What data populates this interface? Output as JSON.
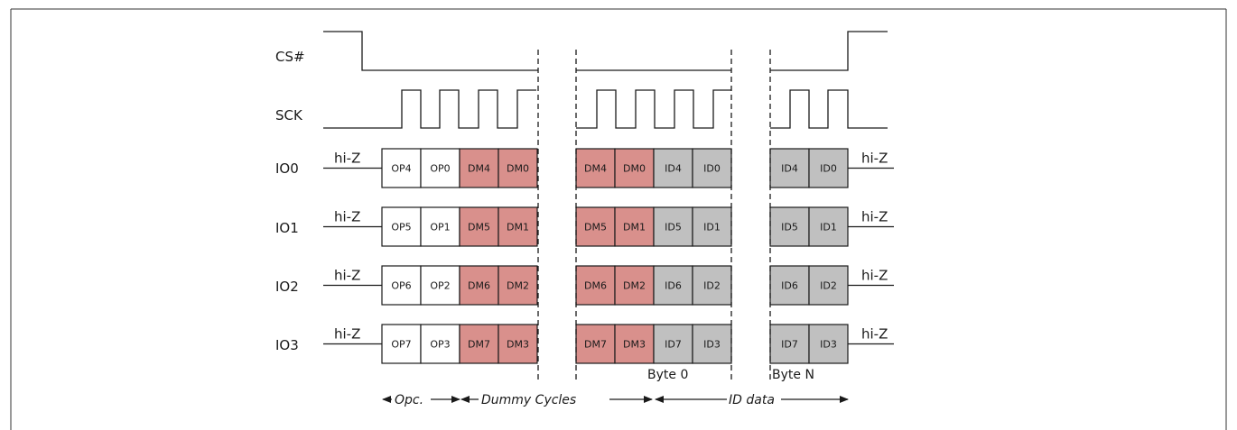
{
  "signals": {
    "cs": "CS#",
    "sck": "SCK",
    "io": [
      "IO0",
      "IO1",
      "IO2",
      "IO3"
    ]
  },
  "hiz_label": "hi-Z",
  "rows": [
    {
      "seg1": [
        "OP4",
        "OP0",
        "DM4",
        "DM0"
      ],
      "seg2": [
        "DM4",
        "DM0",
        "ID4",
        "ID0"
      ],
      "seg3": [
        "ID4",
        "ID0"
      ]
    },
    {
      "seg1": [
        "OP5",
        "OP1",
        "DM5",
        "DM1"
      ],
      "seg2": [
        "DM5",
        "DM1",
        "ID5",
        "ID1"
      ],
      "seg3": [
        "ID5",
        "ID1"
      ]
    },
    {
      "seg1": [
        "OP6",
        "OP2",
        "DM6",
        "DM2"
      ],
      "seg2": [
        "DM6",
        "DM2",
        "ID6",
        "ID2"
      ],
      "seg3": [
        "ID6",
        "ID2"
      ]
    },
    {
      "seg1": [
        "OP7",
        "OP3",
        "DM7",
        "DM3"
      ],
      "seg2": [
        "DM7",
        "DM3",
        "ID7",
        "ID3"
      ],
      "seg3": [
        "ID7",
        "ID3"
      ]
    }
  ],
  "annotations": {
    "byte0": "Byte 0",
    "byteN": "Byte N"
  },
  "phases": {
    "opcode": "Opc.",
    "dummy": "Dummy Cycles",
    "id": "ID data"
  },
  "colors": {
    "opcode": "#ffffff",
    "dummy": "#d9908c",
    "id_data": "#c0c0c0",
    "line": "#1a1a1a"
  }
}
